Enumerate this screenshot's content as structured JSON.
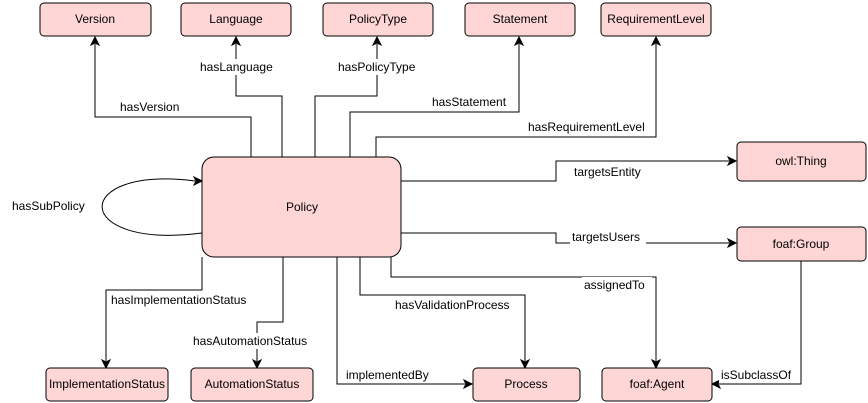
{
  "colors": {
    "node_fill": "#ffd6d6",
    "node_stroke": "#000000",
    "edge": "#000000"
  },
  "nodes": {
    "policy": "Policy",
    "version": "Version",
    "language": "Language",
    "policy_type": "PolicyType",
    "statement": "Statement",
    "requirement_level": "RequirementLevel",
    "owl_thing": "owl:Thing",
    "foaf_group": "foaf:Group",
    "foaf_agent": "foaf:Agent",
    "process": "Process",
    "automation_status": "AutomationStatus",
    "implementation_status": "ImplementationStatus"
  },
  "edges": {
    "has_version": "hasVersion",
    "has_language": "hasLanguage",
    "has_policy_type": "hasPolicyType",
    "has_statement": "hasStatement",
    "has_requirement_level": "hasRequirementLevel",
    "targets_entity": "targetsEntity",
    "targets_users": "targetsUsers",
    "assigned_to": "assignedTo",
    "has_validation_process": "hasValidationProcess",
    "implemented_by": "implementedBy",
    "has_automation_status": "hasAutomationStatus",
    "has_implementation_status": "hasImplementationStatus",
    "has_sub_policy": "hasSubPolicy",
    "is_subclass_of": "isSubclassOf"
  }
}
